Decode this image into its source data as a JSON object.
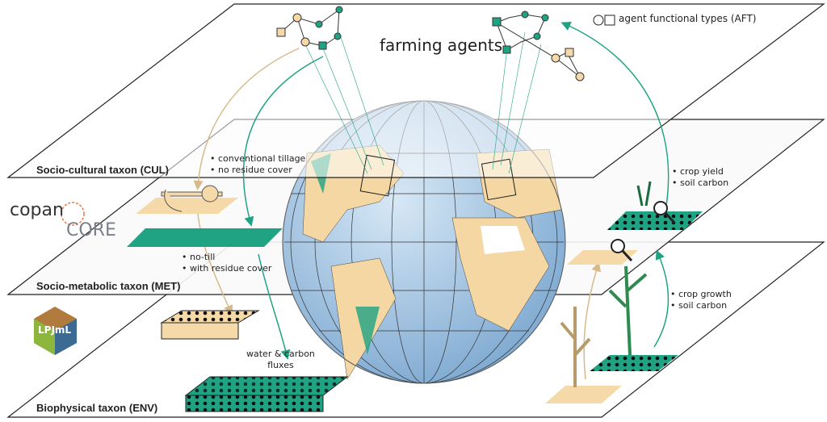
{
  "title": "farming agents",
  "legend": "agent functional types (AFT)",
  "taxa": {
    "cul": "Socio-cultural taxon (CUL)",
    "met": "Socio-metabolic taxon (MET)",
    "env": "Biophysical taxon (ENV)"
  },
  "notes": {
    "conventional": [
      "• conventional tillage",
      "• no residue cover"
    ],
    "notill": [
      "• no-till",
      "• with residue cover"
    ],
    "yield": [
      "• crop yield",
      "• soil carbon"
    ],
    "growth": [
      "• crop growth",
      "• soil carbon"
    ],
    "fluxes": [
      "water & carbon",
      "fluxes"
    ]
  },
  "logos": {
    "copan": "copan",
    "core": "CORE",
    "lpjml": "LPJmL"
  },
  "colors": {
    "teal": "#1fa382",
    "sand": "#f6d9a8",
    "ocean": "#a9cbe8",
    "line": "#222222"
  }
}
